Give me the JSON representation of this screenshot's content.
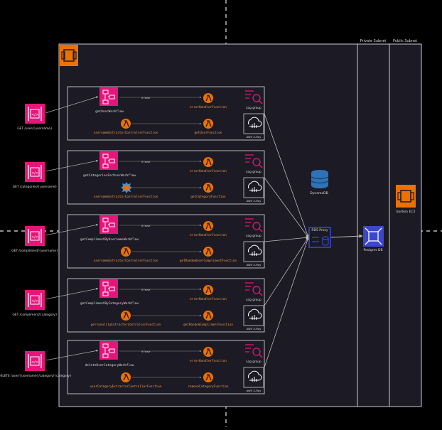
{
  "subnets": {
    "private": "Private Subnet",
    "public": "Public Subnet"
  },
  "colors": {
    "background": "#000000",
    "panel": "#1c1a24",
    "border": "#c8c8c8",
    "step_functions": "#e7157b",
    "lambda": "#ed7100",
    "logs": "#e7157b",
    "rds": "#3b48cc",
    "ec2": "#ed7100",
    "dynamodb": "#2e73b8"
  },
  "rows": [
    {
      "trigger": "GET /user/{username}",
      "workflow": "getUserWorkflow",
      "flow_label": "if false",
      "error_fn": "errorHandlerFunction",
      "extractor_fn": "usernameExtractorControllerFunction",
      "target_fn": "getUserFunction",
      "log_label": "Log group",
      "xray_label": "AWS X-Ray"
    },
    {
      "trigger": "GET /categories/{username}",
      "workflow": "getCategoriesForUserWorkflow",
      "flow_label": "if false",
      "error_fn": "errorHandlerFunction",
      "extractor_fn": "usernameExtractorControllerFunction",
      "target_fn": "getCategoryFunction",
      "log_label": "Log group",
      "xray_label": "AWS X-Ray"
    },
    {
      "trigger": "GET /compliment/{username}",
      "workflow": "getComplimentByUsernameWorkflow",
      "flow_label": "if false",
      "error_fn": "errorHandlerFunction",
      "extractor_fn": "usernameExtractorControllerFunction",
      "target_fn": "getRandomUserComplimentFunction",
      "log_label": "Log group",
      "xray_label": "AWS X-Ray"
    },
    {
      "trigger": "GET /compliment/{category}",
      "workflow": "getComplimentByCategoryWorkflow",
      "flow_label": "if false",
      "error_fn": "errorHandlerFunction",
      "extractor_fn": "personalityExtractorControllerFunction",
      "target_fn": "getRandomComplimentFunction",
      "log_label": "Log group",
      "xray_label": "AWS X-Ray"
    },
    {
      "trigger": "DELETE /user/{username}/category/{category}",
      "workflow": "deleteUserCategoryWorkflow",
      "flow_label": "if false",
      "error_fn": "errorHandlerFunction",
      "extractor_fn": "userCategoryExtractorControllerFunction",
      "target_fn": "removeCategoryFunction",
      "log_label": "Log group",
      "xray_label": "AWS X-Ray"
    }
  ],
  "services": {
    "dynamodb": "DynamoDB",
    "rds_proxy": "RDS Proxy",
    "postgres": "Postgres DB",
    "bastion": "bastion EC2"
  }
}
